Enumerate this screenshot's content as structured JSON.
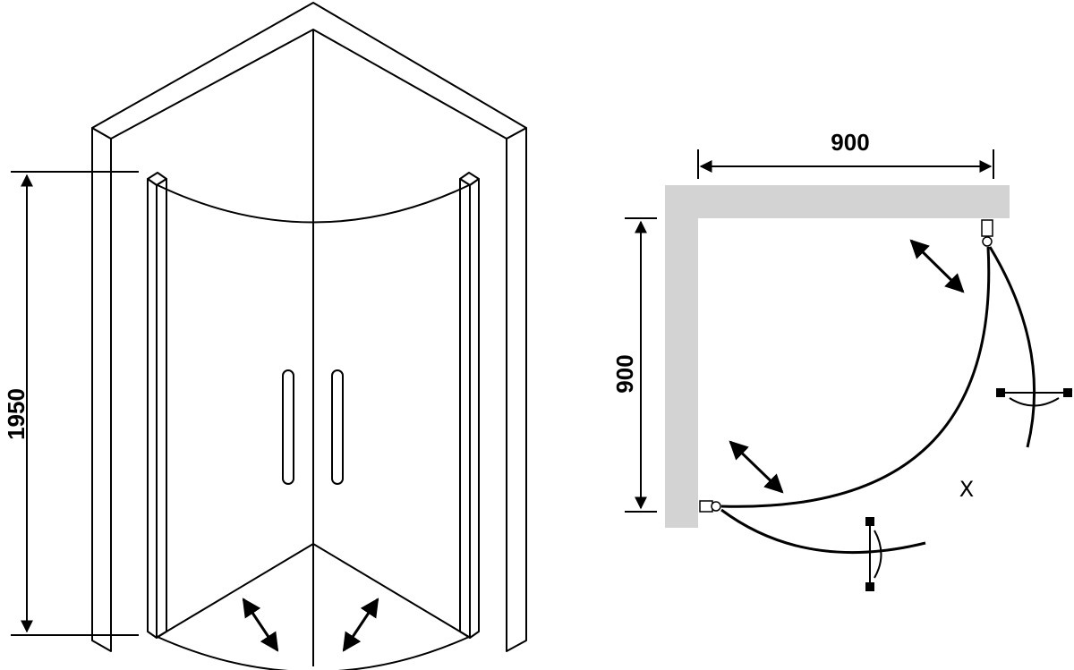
{
  "iso_view": {
    "height_label": "1950"
  },
  "plan_view": {
    "width_label": "900",
    "depth_label": "900",
    "marker_label": "X"
  },
  "colors": {
    "line": "#000000",
    "wall_fill_plan": "#d3d3d3",
    "background": "#ffffff"
  }
}
